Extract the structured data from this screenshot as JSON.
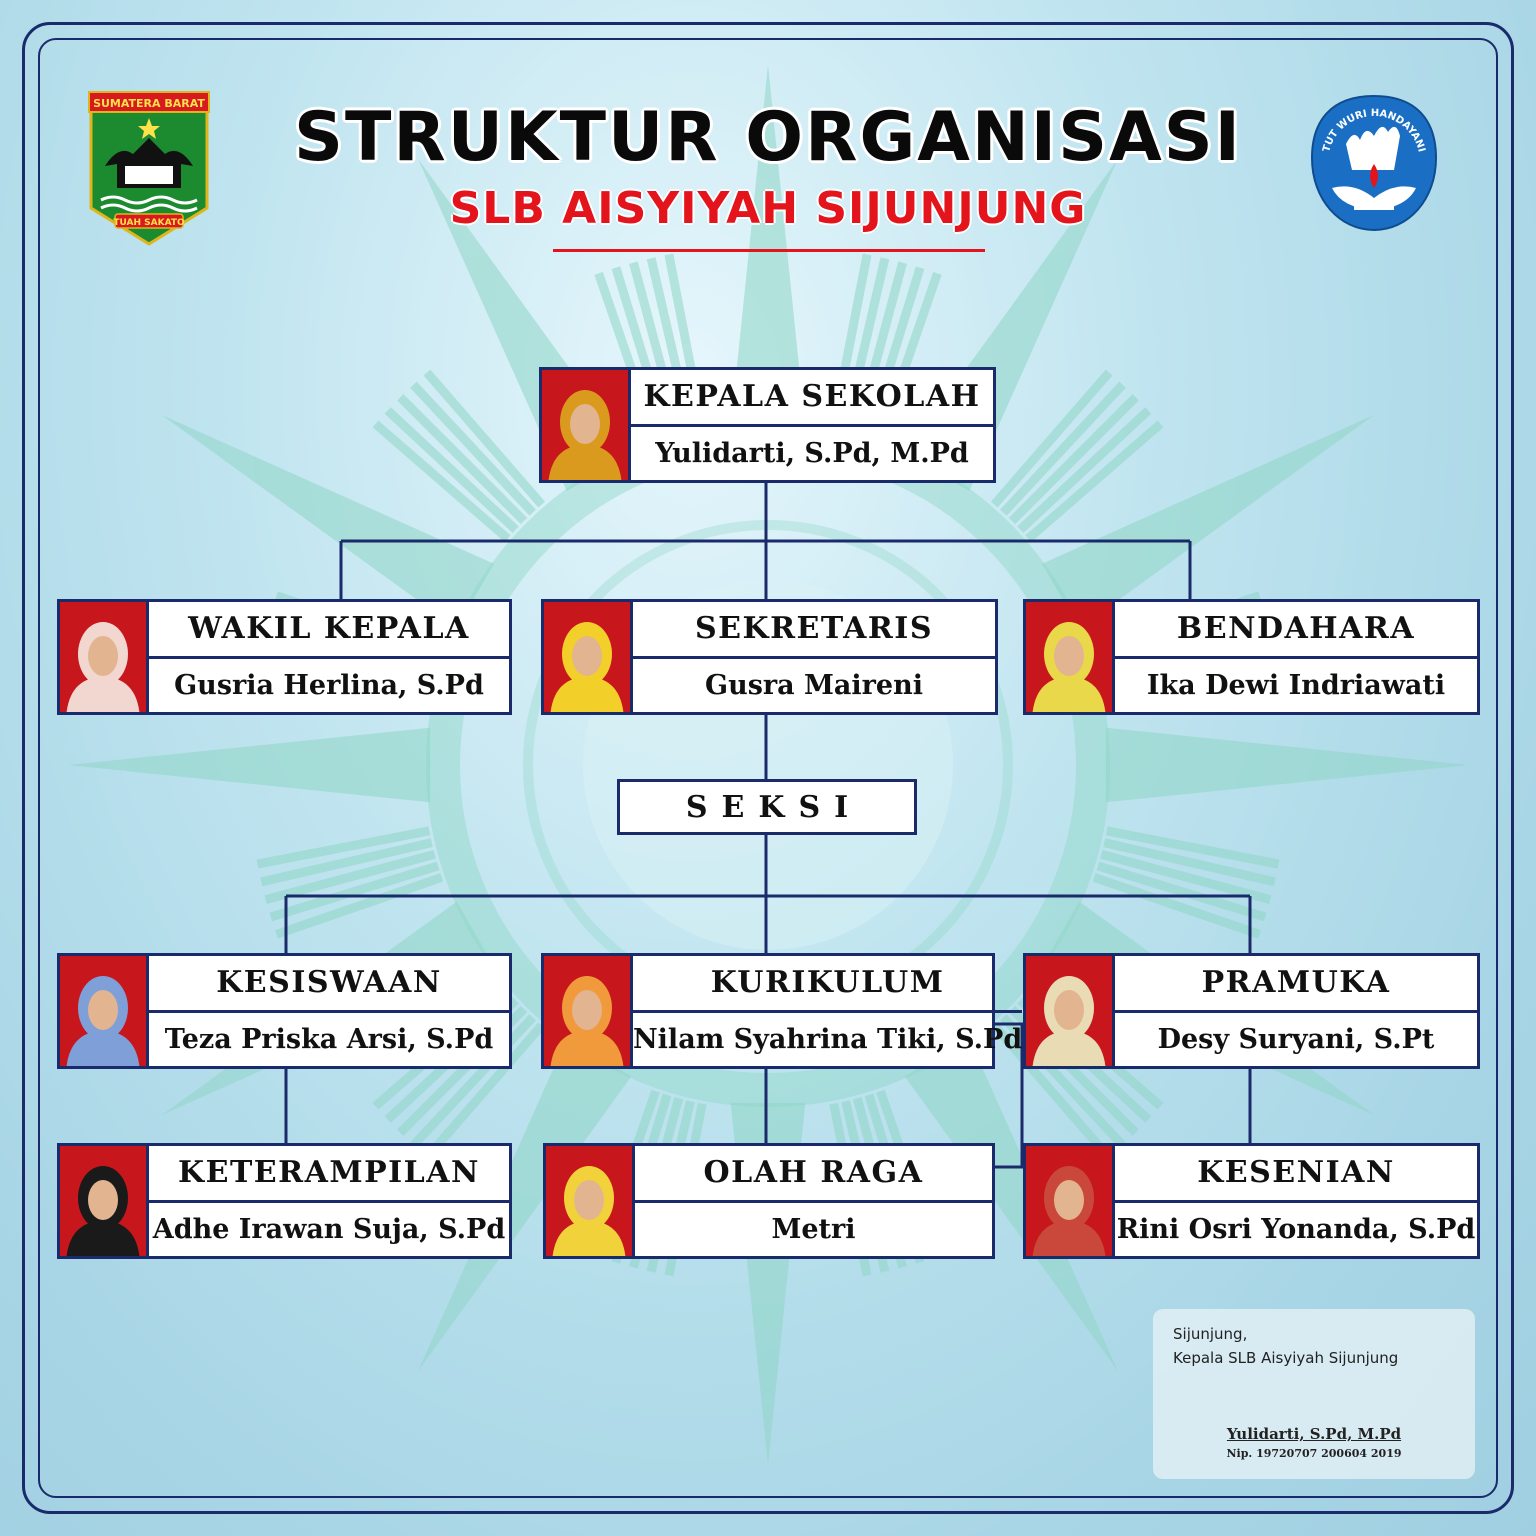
{
  "header": {
    "title": "STRUKTUR ORGANISASI",
    "subtitle": "SLB AISYIYAH SIJUNJUNG"
  },
  "logos": {
    "left_top_text": "SUMATERA BARAT",
    "left_bottom_text": "TUAH SAKATO",
    "right_ring_text": "TUT WURI HANDAYANI"
  },
  "colors": {
    "frame": "#1b2a6b",
    "title": "#0a0a0a",
    "subtitle": "#e3141c",
    "photo_background": "#c8161d",
    "emblem": "#7fcfbf"
  },
  "head": {
    "role": "KEPALA SEKOLAH",
    "name": "Yulidarti, S.Pd, M.Pd"
  },
  "officers": [
    {
      "role": "WAKIL KEPALA",
      "name": "Gusria Herlina, S.Pd"
    },
    {
      "role": "SEKRETARIS",
      "name": "Gusra Maireni"
    },
    {
      "role": "BENDAHARA",
      "name": "Ika Dewi Indriawati"
    }
  ],
  "seksi_label": "SEKSI",
  "sections": [
    {
      "role": "KESISWAAN",
      "name": "Teza Priska Arsi, S.Pd"
    },
    {
      "role": "KURIKULUM",
      "name": "Nilam Syahrina Tiki, S.Pd"
    },
    {
      "role": "PRAMUKA",
      "name": "Desy Suryani, S.Pt"
    },
    {
      "role": "KETERAMPILAN",
      "name": "Adhe Irawan Suja, S.Pd"
    },
    {
      "role": "OLAH RAGA",
      "name": "Metri"
    },
    {
      "role": "KESENIAN",
      "name": "Rini Osri Yonanda, S.Pd"
    }
  ],
  "signature": {
    "place": "Sijunjung,",
    "role": "Kepala SLB Aisyiyah Sijunjung",
    "name": "Yulidarti, S.Pd, M.Pd",
    "nip": "Nip. 19720707 200604 2019"
  }
}
